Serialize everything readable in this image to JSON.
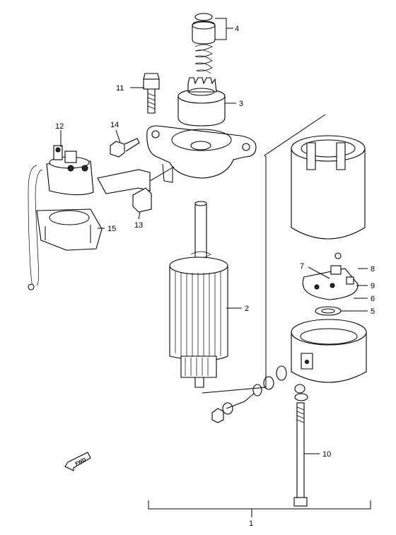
{
  "callouts": {
    "c1": "1",
    "c2": "2",
    "c3": "3",
    "c4": "4",
    "c5": "5",
    "c6": "6",
    "c7": "7",
    "c8": "8",
    "c9": "9",
    "c10": "10",
    "c11": "11",
    "c12": "12",
    "c13": "13",
    "c14": "14",
    "c15": "15"
  },
  "fwd_label": "FWD",
  "colors": {
    "ink": "#000000",
    "fill": "#ffffff",
    "shade": "#2a2a2a"
  }
}
